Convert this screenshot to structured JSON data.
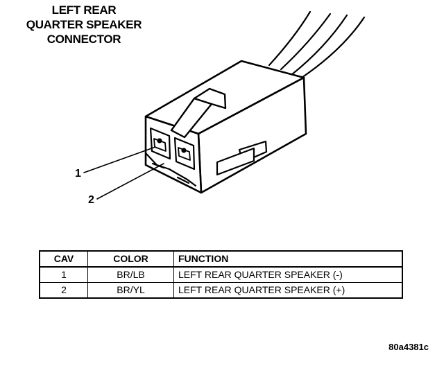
{
  "title": {
    "lines": [
      "LEFT REAR",
      "QUARTER SPEAKER",
      "CONNECTOR"
    ]
  },
  "callouts": {
    "cavity_1": "1",
    "cavity_2": "2"
  },
  "pinout_table": {
    "headers": {
      "cav": "CAV",
      "color": "COLOR",
      "function": "FUNCTION"
    },
    "rows": [
      {
        "cav": "1",
        "color": "BR/LB",
        "function": "LEFT REAR QUARTER SPEAKER (-)"
      },
      {
        "cav": "2",
        "color": "BR/YL",
        "function": "LEFT REAR QUARTER SPEAKER (+)"
      }
    ]
  },
  "figure_id": "80a4381c"
}
